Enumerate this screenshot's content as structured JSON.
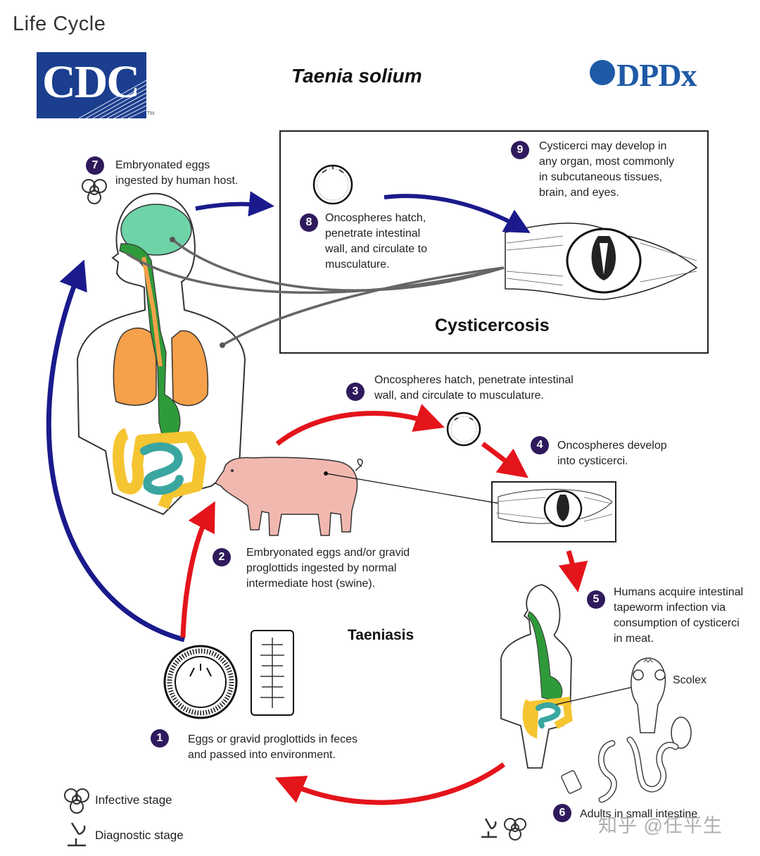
{
  "page": {
    "heading": "Life Cycle",
    "title": "Taenia solium",
    "logo_left_text": "CDC",
    "logo_left_tm": "TM",
    "logo_right_text": "DPDx"
  },
  "labels": {
    "cysticercosis": "Cysticercosis",
    "taeniasis": "Taeniasis",
    "scolex": "Scolex"
  },
  "steps": [
    {
      "number": "1",
      "lines": [
        "Eggs or gravid proglottids in feces",
        "and passed into environment."
      ]
    },
    {
      "number": "2",
      "lines": [
        "Embryonated eggs and/or gravid",
        "proglottids ingested by normal",
        "intermediate host (swine)."
      ]
    },
    {
      "number": "3",
      "lines": [
        "Oncospheres hatch, penetrate intestinal",
        "wall, and circulate to musculature."
      ]
    },
    {
      "number": "4",
      "lines": [
        "Oncospheres develop",
        "into cysticerci."
      ]
    },
    {
      "number": "5",
      "lines": [
        "Humans acquire intestinal",
        "tapeworm infection via",
        "consumption of cysticerci",
        "in meat."
      ]
    },
    {
      "number": "6",
      "lines": [
        "Adults in small intestine"
      ]
    },
    {
      "number": "7",
      "lines": [
        "Embryonated eggs",
        "ingested by human host."
      ]
    },
    {
      "number": "8",
      "lines": [
        "Oncospheres hatch,",
        "penetrate intestinal",
        "wall, and circulate to",
        "musculature."
      ]
    },
    {
      "number": "9",
      "lines": [
        "Cysticerci may develop in",
        "any organ, most commonly",
        "in subcutaneous tissues,",
        "brain, and eyes."
      ]
    }
  ],
  "legend": {
    "infective": "Infective stage",
    "diagnostic": "Diagnostic stage"
  },
  "watermark": "知乎 @任平生",
  "colors": {
    "human_cycle_arrow": "#1a1a8c",
    "swine_cycle_arrow": "#e4141b",
    "step_badge": "#2e1a5c",
    "lungs": "#f5a04a",
    "brain": "#6fd3a8",
    "gut_green": "#2e9a3a",
    "colon": "#f5c531",
    "small_intestine": "#3aa6a0",
    "pig": "#f1b8b0"
  },
  "icons": [
    "biohazard-icon",
    "microscope-icon"
  ]
}
